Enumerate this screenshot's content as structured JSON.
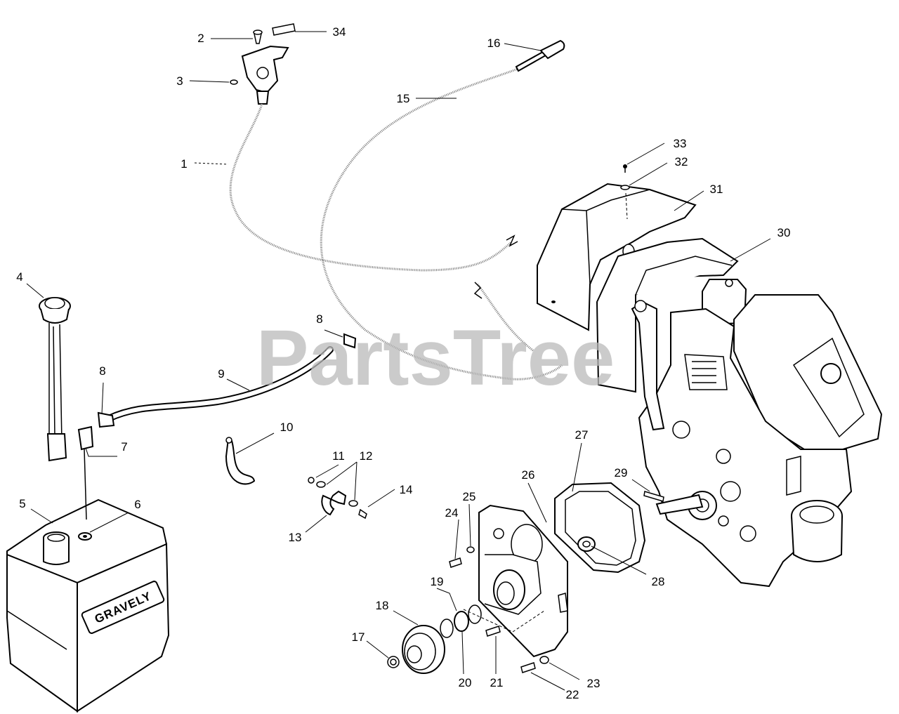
{
  "watermark": "PartsTree",
  "tank_brand": "GRAVELY",
  "callouts": [
    {
      "id": "1",
      "label": "1"
    },
    {
      "id": "2",
      "label": "2"
    },
    {
      "id": "3",
      "label": "3"
    },
    {
      "id": "4",
      "label": "4"
    },
    {
      "id": "5",
      "label": "5"
    },
    {
      "id": "6",
      "label": "6"
    },
    {
      "id": "7",
      "label": "7"
    },
    {
      "id": "8a",
      "label": "8"
    },
    {
      "id": "8b",
      "label": "8"
    },
    {
      "id": "9",
      "label": "9"
    },
    {
      "id": "10",
      "label": "10"
    },
    {
      "id": "11",
      "label": "11"
    },
    {
      "id": "12",
      "label": "12"
    },
    {
      "id": "13",
      "label": "13"
    },
    {
      "id": "14",
      "label": "14"
    },
    {
      "id": "15",
      "label": "15"
    },
    {
      "id": "16",
      "label": "16"
    },
    {
      "id": "17",
      "label": "17"
    },
    {
      "id": "18",
      "label": "18"
    },
    {
      "id": "19",
      "label": "19"
    },
    {
      "id": "20",
      "label": "20"
    },
    {
      "id": "21",
      "label": "21"
    },
    {
      "id": "22",
      "label": "22"
    },
    {
      "id": "23",
      "label": "23"
    },
    {
      "id": "24",
      "label": "24"
    },
    {
      "id": "25",
      "label": "25"
    },
    {
      "id": "26",
      "label": "26"
    },
    {
      "id": "27",
      "label": "27"
    },
    {
      "id": "28",
      "label": "28"
    },
    {
      "id": "29",
      "label": "29"
    },
    {
      "id": "30",
      "label": "30"
    },
    {
      "id": "31",
      "label": "31"
    },
    {
      "id": "32",
      "label": "32"
    },
    {
      "id": "33",
      "label": "33"
    },
    {
      "id": "34",
      "label": "34"
    }
  ]
}
